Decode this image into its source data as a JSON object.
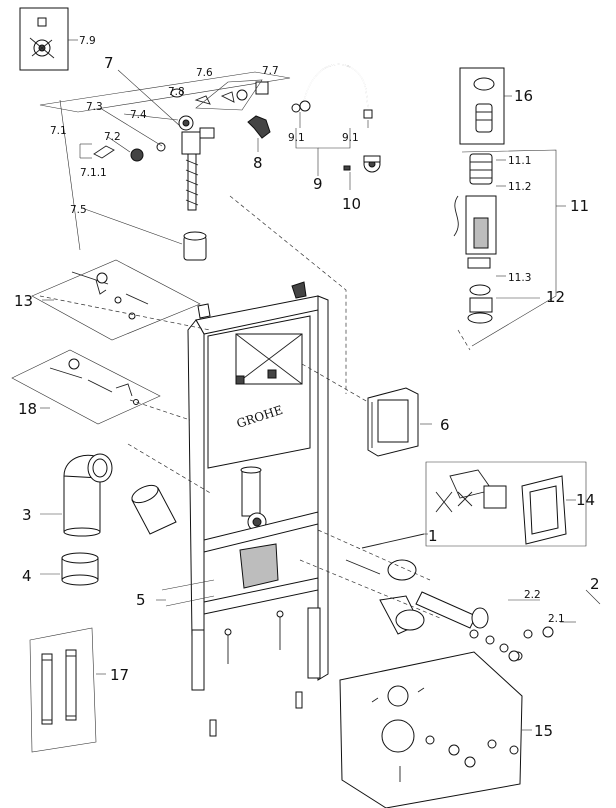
{
  "brand": "GROHE",
  "callouts": {
    "c7_9": "7.9",
    "c7": "7",
    "c7_8": "7.8",
    "c7_6": "7.6",
    "c7_7": "7.7",
    "c7_3": "7.3",
    "c7_4": "7.4",
    "c7_1": "7.1",
    "c7_2": "7.2",
    "c7_1_1": "7.1.1",
    "c7_5": "7.5",
    "c8": "8",
    "c9_1a": "9.1",
    "c9_1b": "9.1",
    "c9": "9",
    "c10": "10",
    "c16": "16",
    "c11_1": "11.1",
    "c11_2": "11.2",
    "c11": "11",
    "c11_3": "11.3",
    "c12": "12",
    "c13": "13",
    "c18": "18",
    "c6": "6",
    "c14": "14",
    "c3": "3",
    "c4": "4",
    "c1": "1",
    "c2": "2",
    "c2_2": "2.2",
    "c2_1": "2.1",
    "c5": "5",
    "c17": "17",
    "c15": "15"
  }
}
